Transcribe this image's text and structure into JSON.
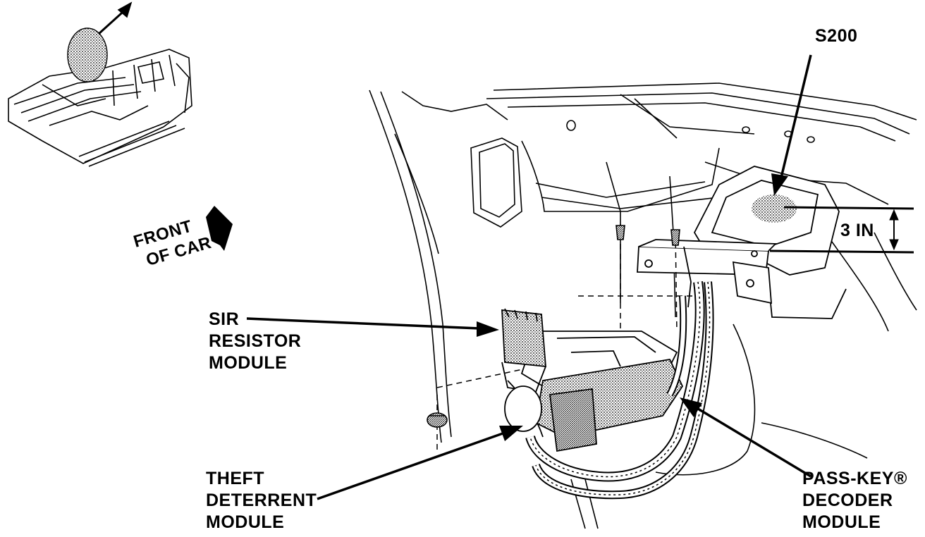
{
  "labels": {
    "s200": "S200",
    "dimension": "3 IN",
    "front_of_car": [
      "FRONT",
      "OF CAR"
    ],
    "sir_resistor_module": [
      "SIR",
      "RESISTOR",
      "MODULE"
    ],
    "theft_deterrent_module": [
      "THEFT",
      "DETERRENT",
      "MODULE"
    ],
    "pass_key_decoder_module": [
      "PASS-KEY®",
      "DECODER",
      "MODULE"
    ]
  },
  "colors": {
    "ink": "#000000",
    "paper": "#ffffff",
    "stipple": "#9a9a9a"
  }
}
